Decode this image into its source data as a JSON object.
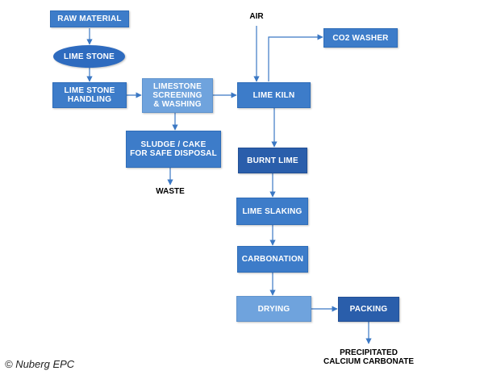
{
  "nodes": {
    "raw_material": "RAW MATERIAL",
    "lime_stone": "LIME STONE",
    "lime_stone_handling": "LIME STONE\nHANDLING",
    "screening_washing": "LIMESTONE\nSCREENING\n& WASHING",
    "lime_kiln": "LIME KILN",
    "co2_washer": "CO2 WASHER",
    "sludge_cake": "SLUDGE / CAKE\nFOR SAFE DISPOSAL",
    "burnt_lime": "BURNT LIME",
    "lime_slaking": "LIME SLAKING",
    "carbonation": "CARBONATION",
    "drying": "DRYING",
    "packing": "PACKING"
  },
  "labels": {
    "air": "AIR",
    "waste": "WASTE",
    "product": "PRECIPITATED\nCALCIUM CARBONATE"
  },
  "credit": "© Nuberg EPC",
  "colors": {
    "box": "#3d7cc9",
    "box_dark": "#2a5eab",
    "box_light": "#6fa3dd",
    "oval": "#2e6bbf",
    "connector": "#3b78c4"
  }
}
